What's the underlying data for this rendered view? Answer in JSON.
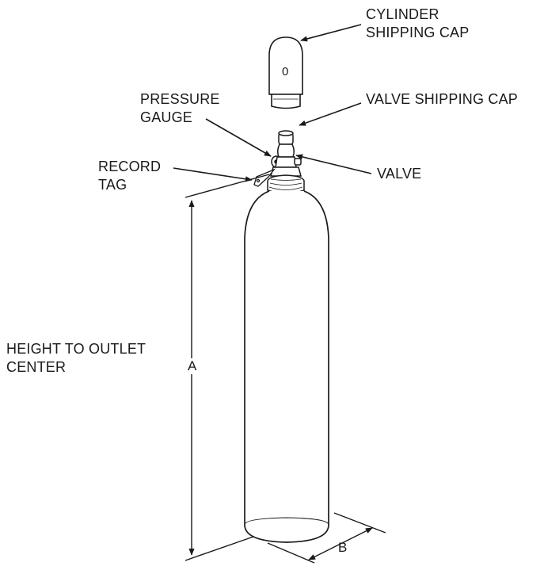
{
  "labels": {
    "cylinder_cap": [
      "CYLINDER",
      "SHIPPING CAP"
    ],
    "valve_cap": [
      "VALVE SHIPPING CAP"
    ],
    "pressure_gauge": [
      "PRESSURE",
      "GAUGE"
    ],
    "valve": [
      "VALVE"
    ],
    "record_tag": [
      "RECORD",
      "TAG"
    ],
    "height": [
      "HEIGHT TO OUTLET",
      "CENTER"
    ]
  },
  "dimensions": {
    "a": "A",
    "b": "B"
  },
  "cap_marking": "0",
  "colors": {
    "ink": "#1a1a1a",
    "background": "#ffffff"
  }
}
